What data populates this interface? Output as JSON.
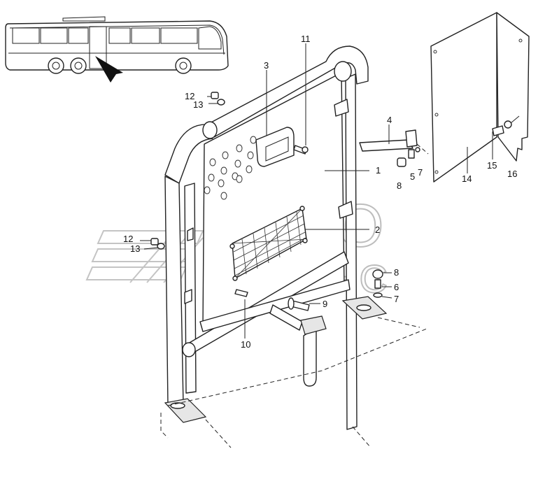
{
  "watermark": {
    "line1": "АВТО",
    "line2": "АЛЬЯНС"
  },
  "callouts": {
    "c1": "1",
    "c2": "2",
    "c3": "3",
    "c4": "4",
    "c5": "5",
    "c6": "6",
    "c7a": "7",
    "c7b": "7",
    "c8a": "8",
    "c8b": "8",
    "c9": "9",
    "c10": "10",
    "c11": "11",
    "c12a": "12",
    "c12b": "12",
    "c13a": "13",
    "c13b": "13",
    "c14": "14",
    "c15": "15",
    "c16": "16"
  }
}
